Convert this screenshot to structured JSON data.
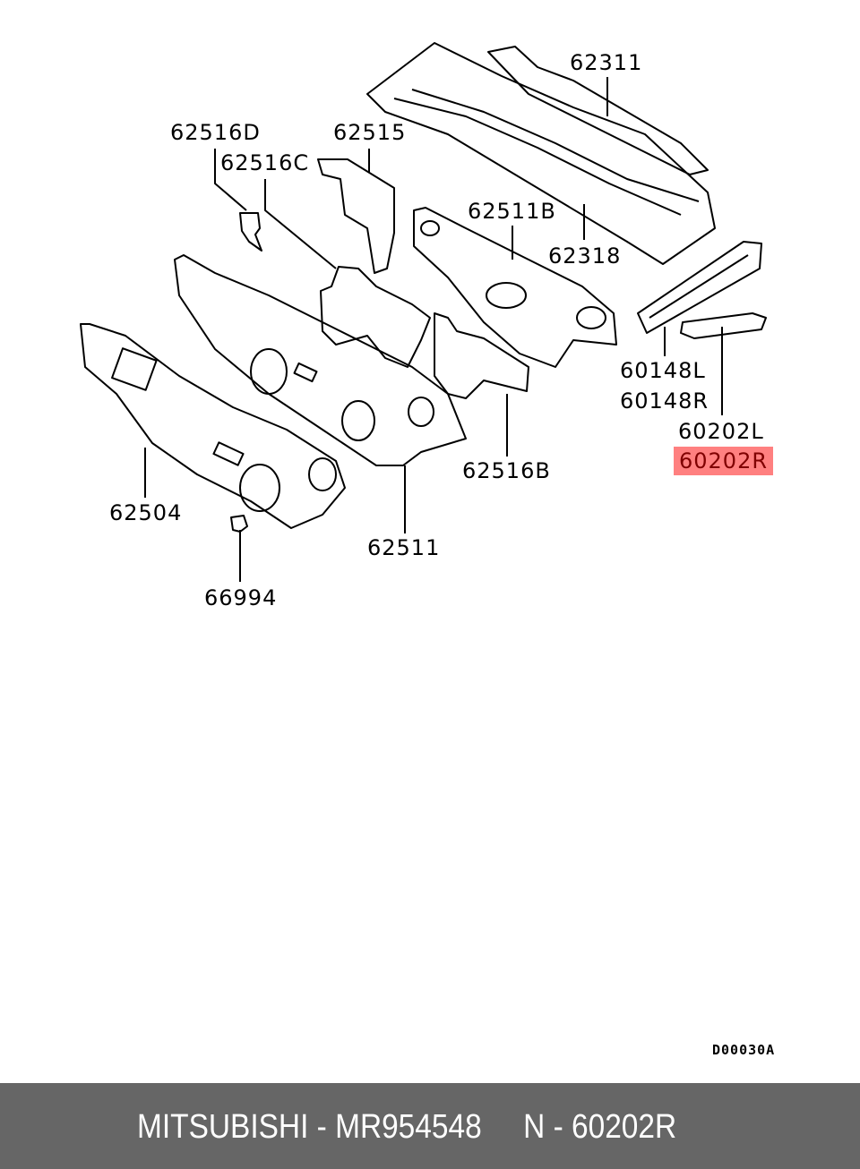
{
  "diagram": {
    "labels": {
      "p62311": "62311",
      "p62516D": "62516D",
      "p62515": "62515",
      "p62516C": "62516C",
      "p62511B": "62511B",
      "p62318": "62318",
      "p60148L": "60148L",
      "p60148R": "60148R",
      "p60202L": "60202L",
      "p60202R": "60202R",
      "p62516B": "62516B",
      "p62504": "62504",
      "p62511": "62511",
      "p66994": "66994"
    },
    "highlight_color": "#ff8080",
    "drawing_code": "D00030A"
  },
  "footer": {
    "text": "MITSUBISHI - MR954548     N - 60202R",
    "background": "#666666"
  }
}
